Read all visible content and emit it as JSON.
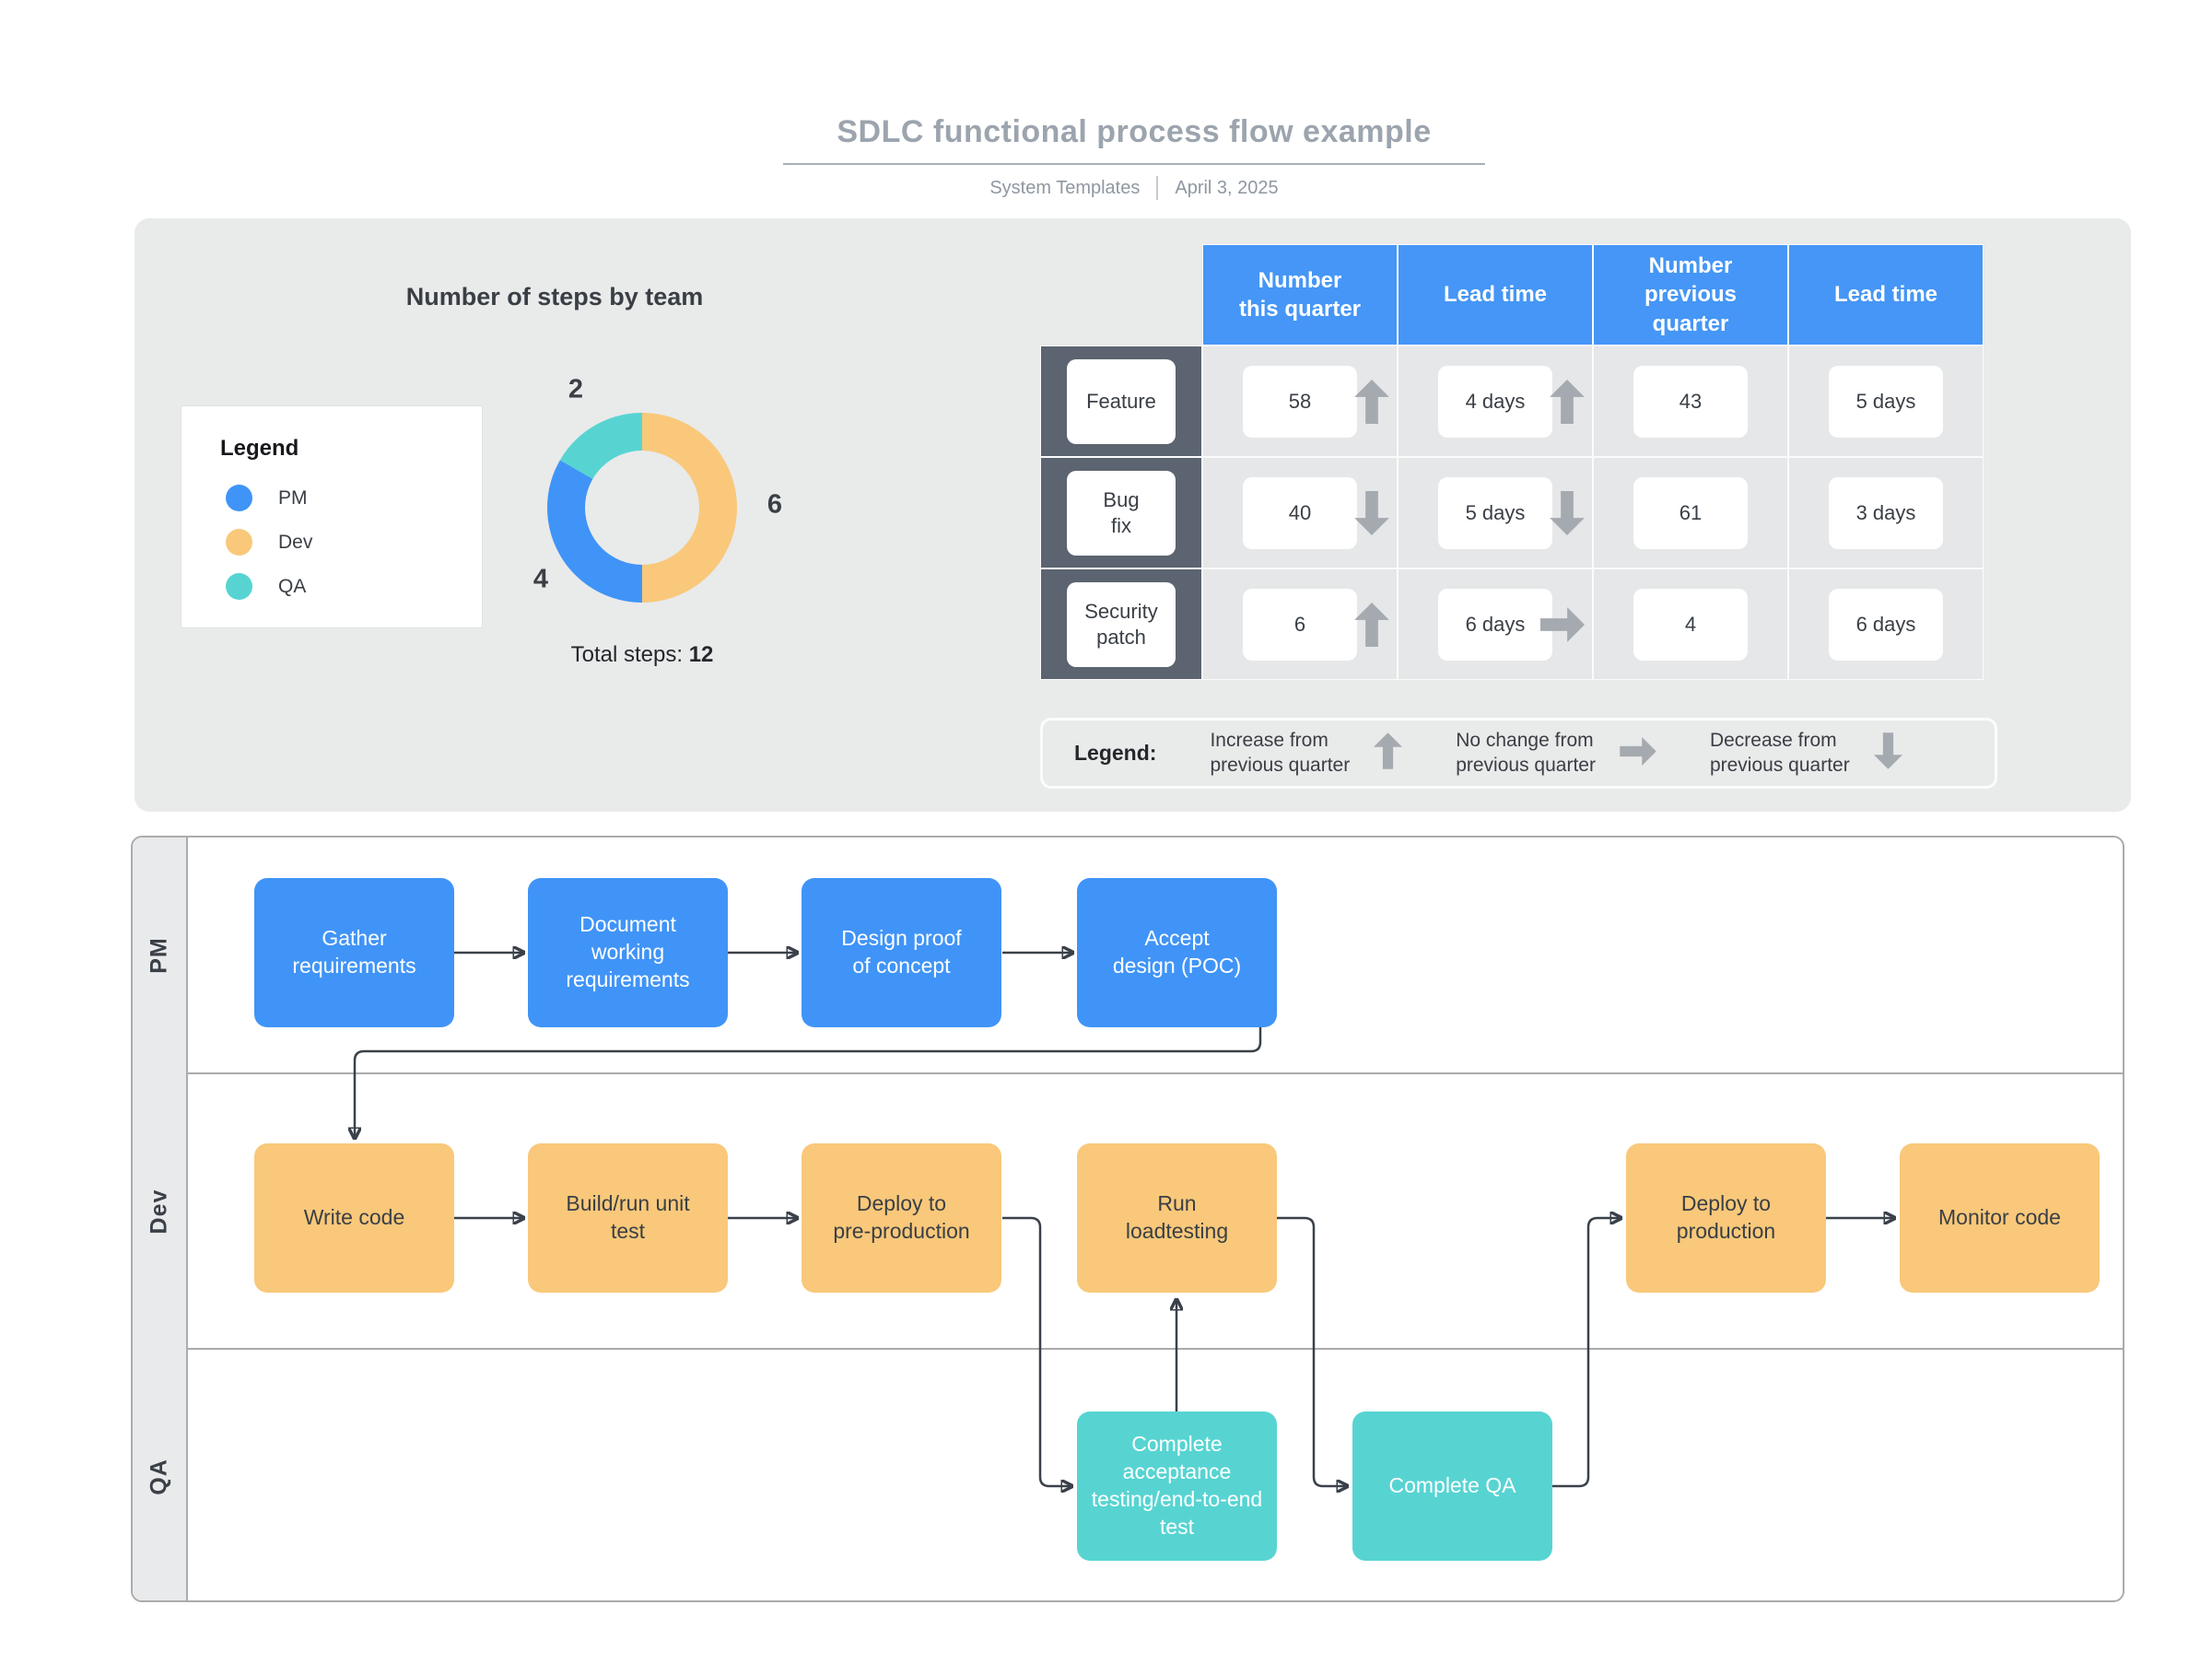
{
  "header": {
    "title": "SDLC functional process flow example",
    "byline": "System Templates",
    "date": "April 3, 2025"
  },
  "steps_chart": {
    "heading": "Number of steps by team",
    "legend_title": "Legend",
    "legend": [
      {
        "label": "PM",
        "color": "#4094F7"
      },
      {
        "label": "Dev",
        "color": "#F9C87A"
      },
      {
        "label": "QA",
        "color": "#57D4D2"
      }
    ],
    "slice_labels": {
      "qa": "2",
      "pm": "4",
      "dev": "6"
    },
    "total_label": "Total steps:",
    "total_value": "12"
  },
  "chart_data": {
    "type": "pie",
    "donut": true,
    "title": "Number of steps by team",
    "categories": [
      "Dev",
      "PM",
      "QA"
    ],
    "values": [
      6,
      4,
      2
    ],
    "colors": [
      "#F9C87A",
      "#4094F7",
      "#57D4D2"
    ],
    "total": 12,
    "legend_position": "left"
  },
  "metrics_table": {
    "columns": [
      "Number\nthis quarter",
      "Lead time",
      "Number\nprevious\nquarter",
      "Lead time"
    ],
    "rows": [
      {
        "label": "Feature",
        "cells": [
          {
            "value": "58",
            "trend": "up"
          },
          {
            "value": "4 days",
            "trend": "up"
          },
          {
            "value": "43"
          },
          {
            "value": "5 days"
          }
        ]
      },
      {
        "label": "Bug\nfix",
        "cells": [
          {
            "value": "40",
            "trend": "down"
          },
          {
            "value": "5 days",
            "trend": "down"
          },
          {
            "value": "61"
          },
          {
            "value": "3 days"
          }
        ]
      },
      {
        "label": "Security\npatch",
        "cells": [
          {
            "value": "6",
            "trend": "up"
          },
          {
            "value": "6 days",
            "trend": "no-change"
          },
          {
            "value": "4"
          },
          {
            "value": "6 days"
          }
        ]
      }
    ]
  },
  "trend_legend": {
    "label": "Legend:",
    "items": [
      {
        "text": "Increase from\nprevious quarter",
        "trend": "up"
      },
      {
        "text": "No change from\nprevious quarter",
        "trend": "no-change"
      },
      {
        "text": "Decrease from\nprevious quarter",
        "trend": "down"
      }
    ]
  },
  "flow": {
    "lanes": [
      {
        "label": "PM"
      },
      {
        "label": "Dev"
      },
      {
        "label": "QA"
      }
    ],
    "lane_colors": {
      "pm": "#4094F7",
      "dev": "#F9C87A",
      "qa": "#57D4D2"
    },
    "nodes": [
      {
        "label": "Gather\nrequirements",
        "lane": "PM"
      },
      {
        "label": "Document\nworking\nrequirements",
        "lane": "PM"
      },
      {
        "label": "Design proof\nof concept",
        "lane": "PM"
      },
      {
        "label": "Accept\ndesign (POC)",
        "lane": "PM"
      },
      {
        "label": "Write code",
        "lane": "Dev"
      },
      {
        "label": "Build/run unit\ntest",
        "lane": "Dev"
      },
      {
        "label": "Deploy to\npre-production",
        "lane": "Dev"
      },
      {
        "label": "Run\nloadtesting",
        "lane": "Dev"
      },
      {
        "label": "Deploy to\nproduction",
        "lane": "Dev"
      },
      {
        "label": "Monitor code",
        "lane": "Dev"
      },
      {
        "label": "Complete\nacceptance\ntesting/end-to-end\ntest",
        "lane": "QA"
      },
      {
        "label": "Complete QA",
        "lane": "QA"
      }
    ]
  }
}
